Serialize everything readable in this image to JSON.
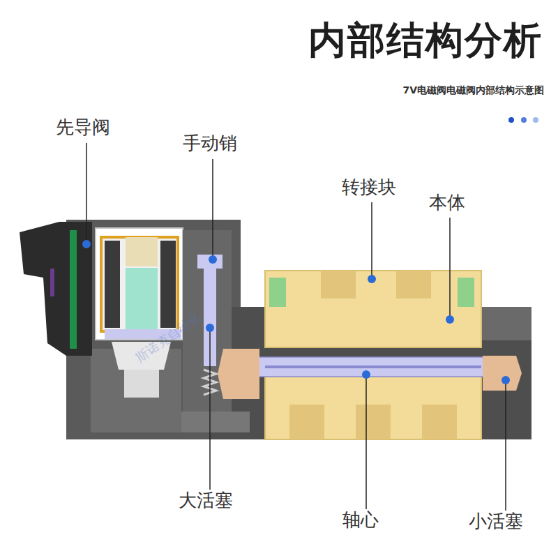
{
  "diagram": {
    "title": "内部结构分析",
    "labels": [
      "7V电磁阀电磁阀内部结构示意图",
      "先导阀",
      "手动销",
      "转接块",
      "本体",
      "大活塞",
      "轴心",
      "小活塞",
      "斯诺克自动化"
    ]
  }
}
